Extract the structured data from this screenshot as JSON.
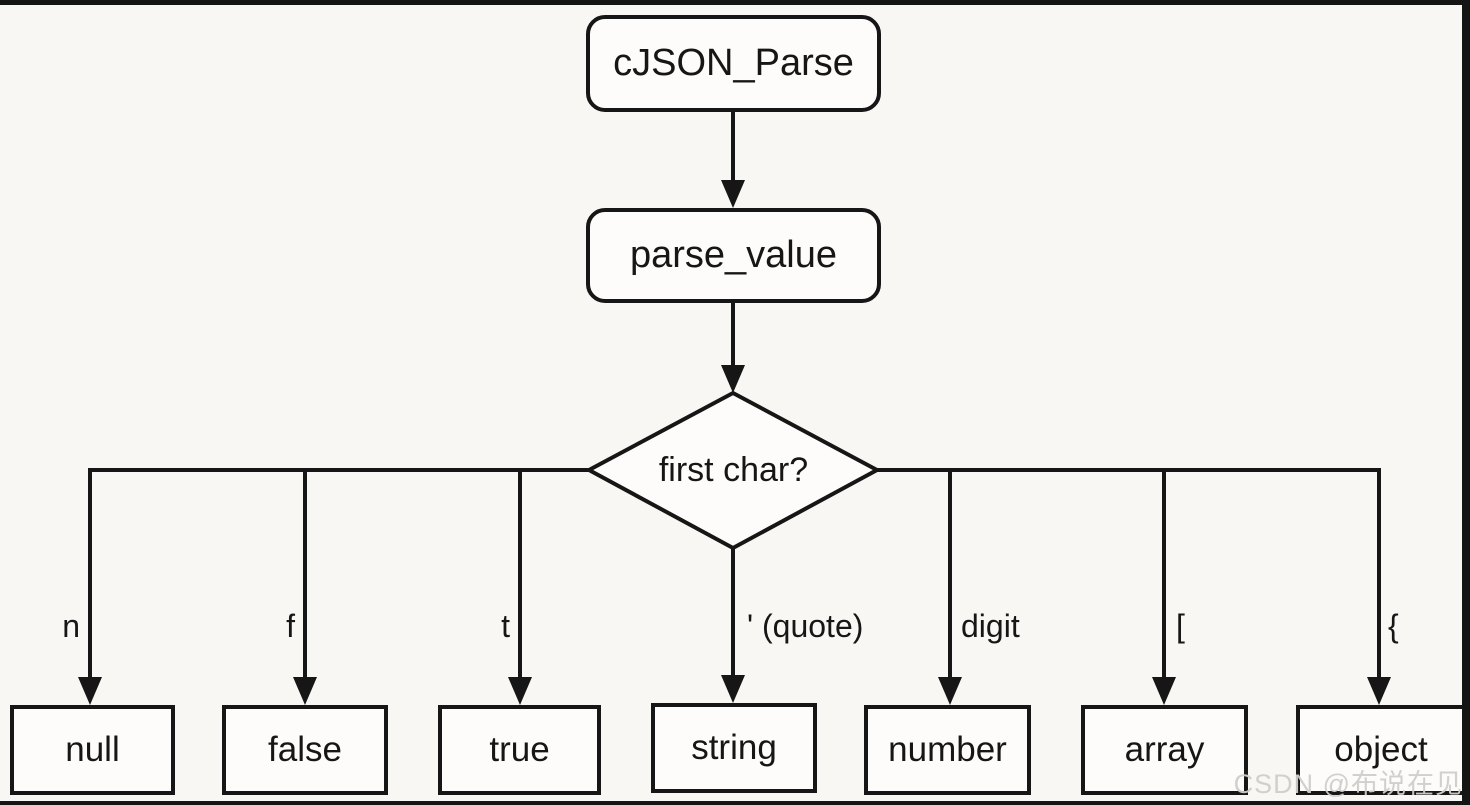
{
  "figure": {
    "type": "flowchart",
    "description": "cJSON parsing flow: cJSON_Parse calls parse_value, which dispatches on the first character to a type-specific parser"
  },
  "nodes": {
    "root": {
      "label": "cJSON_Parse",
      "shape": "rounded-rect"
    },
    "parse_value": {
      "label": "parse_value",
      "shape": "rounded-rect"
    },
    "decision": {
      "label": "first char?",
      "shape": "diamond"
    },
    "results": [
      {
        "label": "null",
        "edge_label": "n"
      },
      {
        "label": "false",
        "edge_label": "f"
      },
      {
        "label": "true",
        "edge_label": "t"
      },
      {
        "label": "string",
        "edge_label": "' (quote)"
      },
      {
        "label": "number",
        "edge_label": "digit"
      },
      {
        "label": "array",
        "edge_label": "["
      },
      {
        "label": "object",
        "edge_label": "{"
      }
    ]
  },
  "watermark": {
    "text": "CSDN @布说在见"
  },
  "colors": {
    "line": "#161616",
    "background": "#f8f7f4",
    "node_fill": "#fdfcfa",
    "frame": "#141414",
    "watermark": "#cecdc9"
  }
}
